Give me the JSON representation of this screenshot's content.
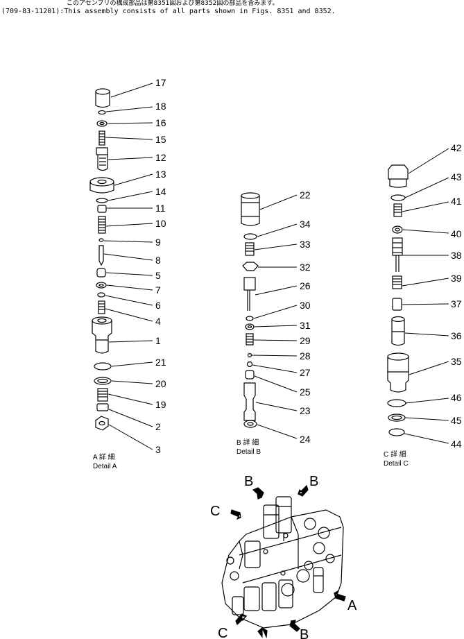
{
  "header": {
    "japanese_note": "このアセンブリの構成部品は第8351図および第8352図の部品を含みます。",
    "code": "(709-83-11201)",
    "english_note": ":This assembly consists of all parts shown in Figs. 8351 and 8352."
  },
  "details": [
    {
      "id": "A",
      "jp_label": "A 詳 細",
      "label": "Detail A",
      "parts": [
        "17",
        "18",
        "16",
        "15",
        "12",
        "13",
        "14",
        "11",
        "10",
        "9",
        "8",
        "5",
        "7",
        "6",
        "4",
        "1",
        "21",
        "20",
        "19",
        "2",
        "3"
      ]
    },
    {
      "id": "B",
      "jp_label": "B 詳 細",
      "label": "Detail B",
      "parts": [
        "22",
        "34",
        "33",
        "32",
        "26",
        "30",
        "31",
        "29",
        "28",
        "27",
        "25",
        "23",
        "24"
      ]
    },
    {
      "id": "C",
      "jp_label": "C 詳 細",
      "label": "Detail C",
      "parts": [
        "42",
        "43",
        "41",
        "40",
        "38",
        "39",
        "37",
        "36",
        "35",
        "46",
        "45",
        "44"
      ]
    }
  ],
  "assembly_callouts": [
    "B",
    "B",
    "C",
    "A",
    "C",
    "B"
  ]
}
